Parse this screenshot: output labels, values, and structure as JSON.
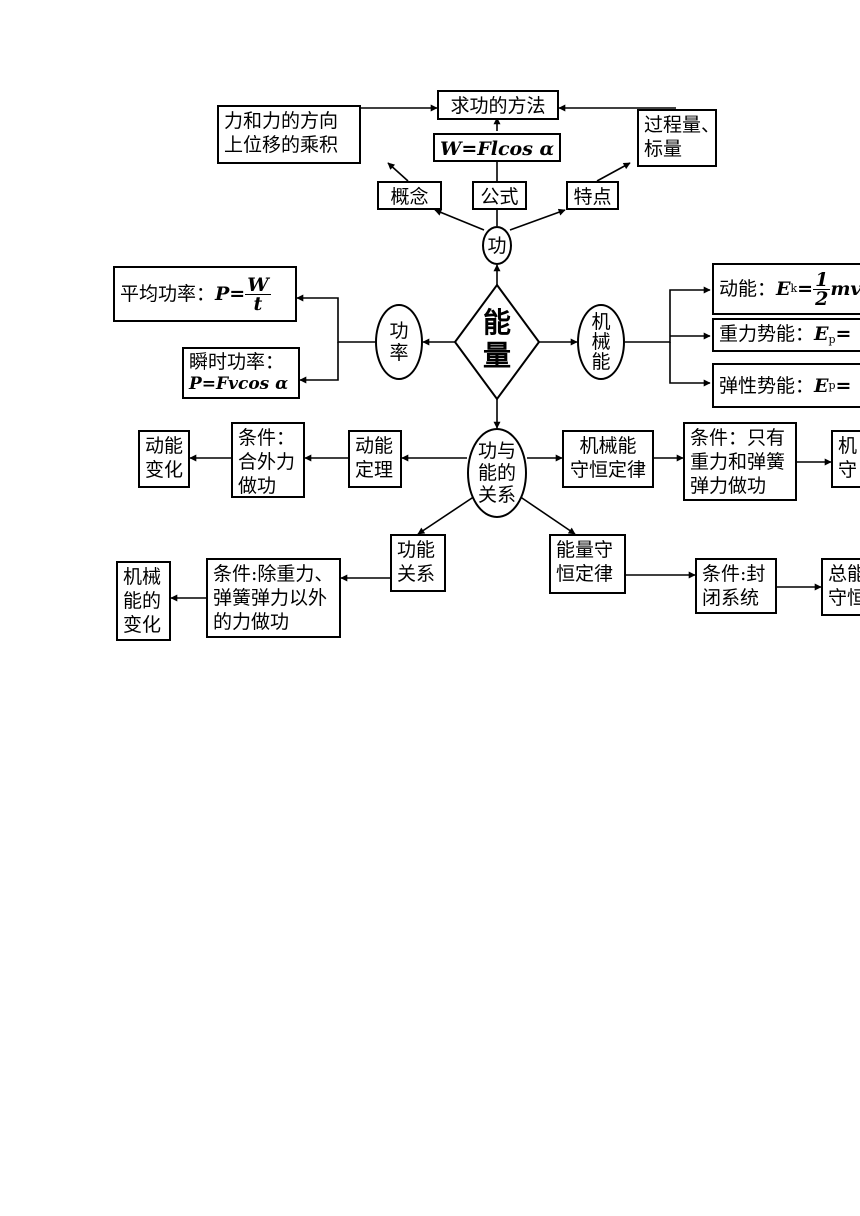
{
  "center": "能量",
  "center_chars": [
    "能",
    "量"
  ],
  "work": {
    "node": "功",
    "method_title": "求功的方法",
    "formula": "W=Flcos α",
    "concept_label": "概念",
    "concept_text_l1": "力和力的方向",
    "concept_text_l2": "上位移的乘积",
    "formula_label": "公式",
    "feature_label": "特点",
    "feature_text_l1": "过程量、",
    "feature_text_l2": "标量"
  },
  "power": {
    "node_l1": "功",
    "node_l2": "率",
    "average_label": "平均功率：",
    "average_lhs": "P=",
    "average_num": "W",
    "average_den": "t",
    "instant_label": "瞬时功率：",
    "instant_formula": "P=Fvcos α"
  },
  "mechanical": {
    "node_l1": "机",
    "node_l2": "械",
    "node_l3": "能",
    "kinetic_label": "动能：",
    "kinetic_E": "E",
    "kinetic_sub": "k",
    "kinetic_eq": "=",
    "kinetic_num": "1",
    "kinetic_den": "2",
    "kinetic_tail": "mv",
    "gravity_label": "重力势能：",
    "gravity_E": "E",
    "gravity_sub": "p",
    "gravity_tail": "=",
    "elastic_label": "弹性势能：",
    "elastic_E": "E",
    "elastic_sub": "p",
    "elastic_tail": "="
  },
  "relation": {
    "node_l1": "功与",
    "node_l2": "能的",
    "node_l3": "关系",
    "ke_theorem_l1": "动能",
    "ke_theorem_l2": "定理",
    "ke_cond_l1": "条件：",
    "ke_cond_l2": "合外力",
    "ke_cond_l3": "做功",
    "ke_change_l1": "动能",
    "ke_change_l2": "变化",
    "mech_law_l1": "机械能",
    "mech_law_l2": "守恒定律",
    "mech_cond_l1": "条件：只有",
    "mech_cond_l2": "重力和弹簧",
    "mech_cond_l3": "弹力做功",
    "mech_result_l1": "机",
    "mech_result_l2": "守",
    "wf_rel_l1": "功能",
    "wf_rel_l2": "关系",
    "wf_cond_l1": "条件:除重力、",
    "wf_cond_l2": "弹簧弹力以外",
    "wf_cond_l3": "的力做功",
    "wf_change_l1": "机械",
    "wf_change_l2": "能的",
    "wf_change_l3": "变化",
    "energy_law_l1": "能量守",
    "energy_law_l2": "恒定律",
    "energy_cond_l1": "条件:封",
    "energy_cond_l2": "闭系统",
    "energy_result_l1": "总能",
    "energy_result_l2": "守恒"
  }
}
